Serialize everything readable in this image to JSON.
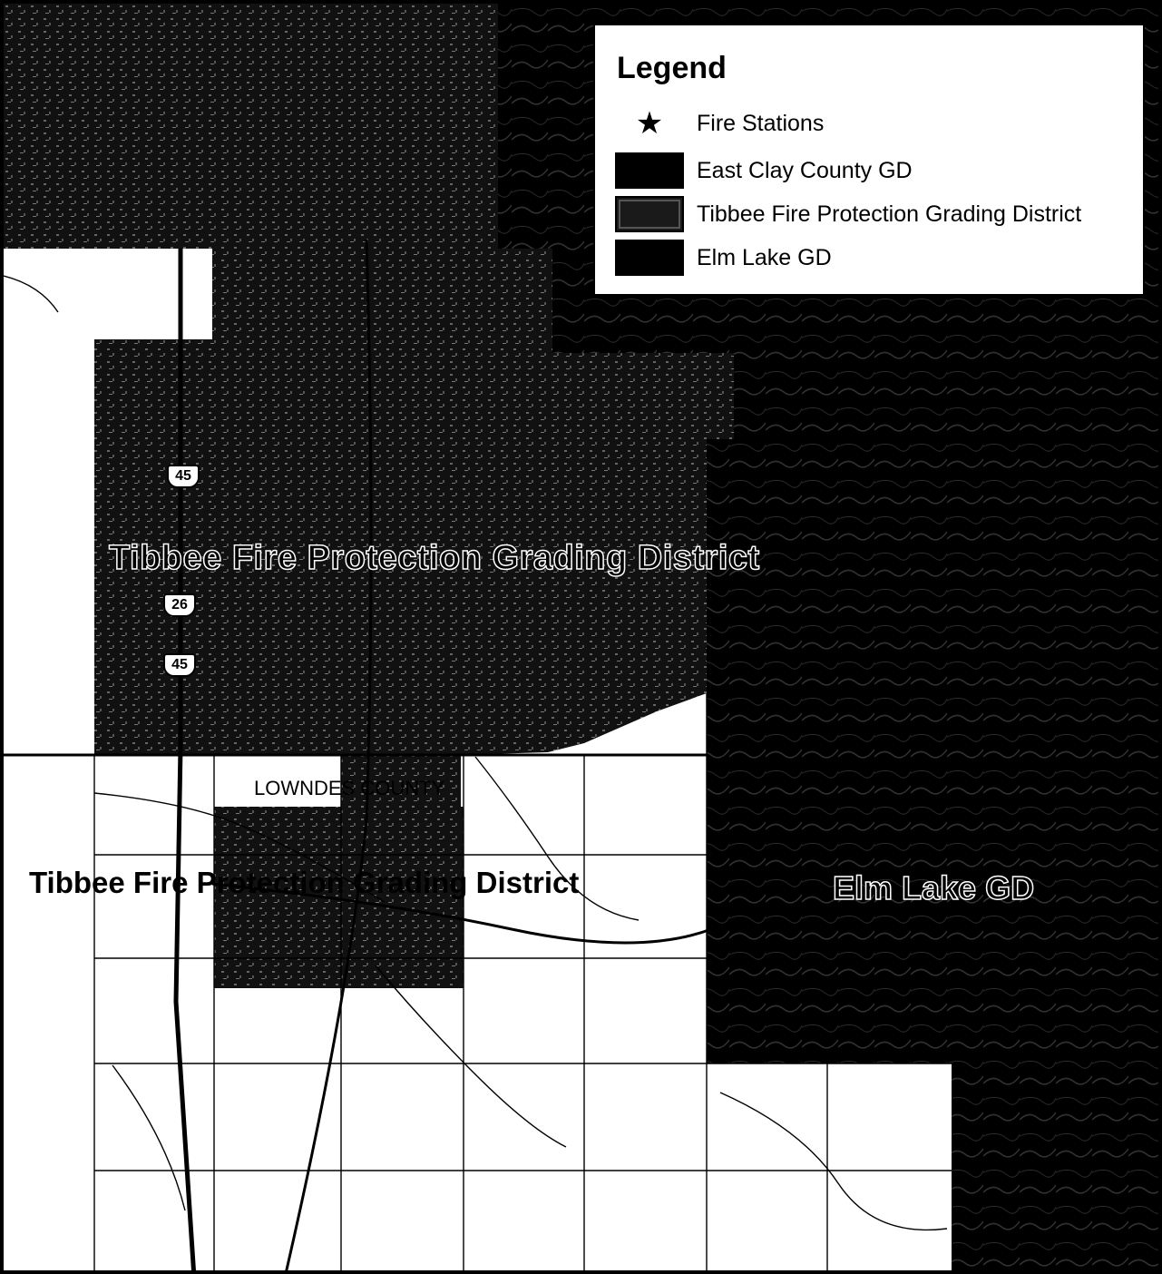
{
  "legend": {
    "title": "Legend",
    "items": [
      {
        "label": "Fire Stations",
        "symbol": "star-icon"
      },
      {
        "label": "East Clay County GD",
        "color": "#000000"
      },
      {
        "label": "Tibbee Fire Protection Grading District",
        "color": "#1a1a1a"
      },
      {
        "label": "Elm Lake GD",
        "color": "#000000"
      }
    ]
  },
  "labels": {
    "tibbee_north": "Tibbee Fire Protection Grading District",
    "tibbee_south": "Tibbee Fire Protection Grading District",
    "elm_lake": "Elm Lake GD",
    "county": "LOWNDES COUNTY"
  },
  "shields": {
    "hwy_45_north": "45",
    "hwy_26": "26",
    "hwy_45_south": "45"
  },
  "colors": {
    "district_fill": "#000000",
    "tibbee_fill": "#1a1a1a",
    "background": "#ffffff"
  }
}
